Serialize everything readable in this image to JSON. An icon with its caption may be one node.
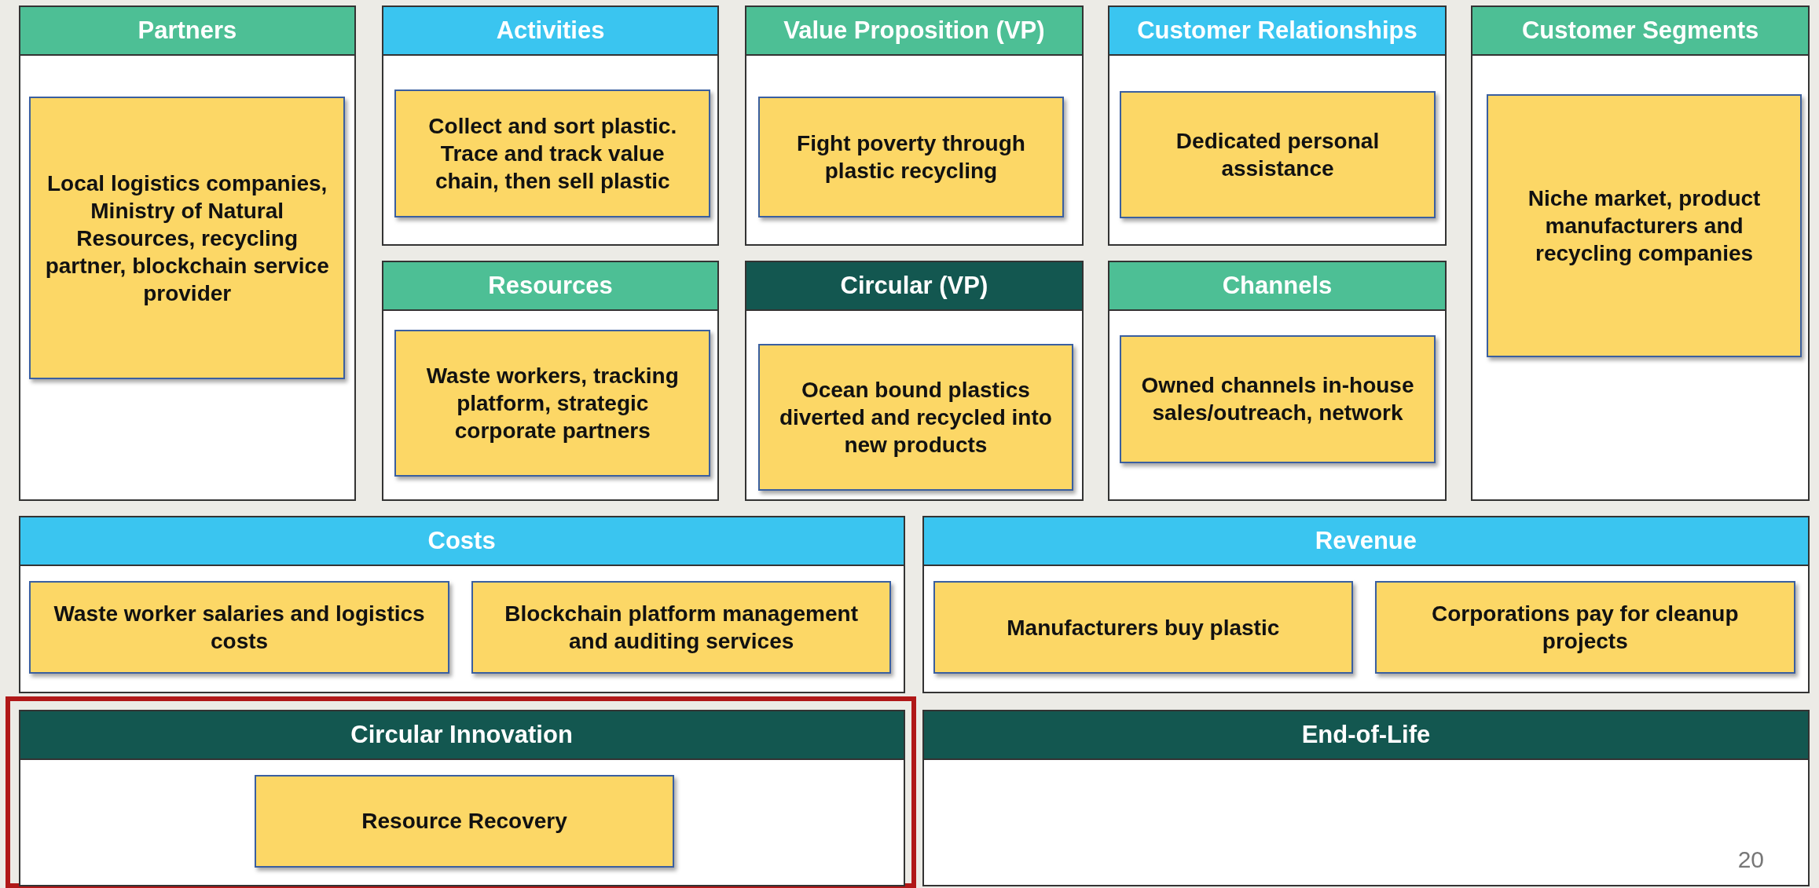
{
  "diagram": {
    "nodes": [
      {
        "text": [
          "Partners"
        ]
      },
      {
        "text": [
          "Local logistics companies, Ministry of Natural Resources, recycling partner, blockchain service provider"
        ],
        "in": 0
      },
      {
        "text": [
          "Activities"
        ]
      },
      {
        "text": [
          "Collect and sort plastic. Trace and track value chain, then sell plastic"
        ],
        "in": 2
      },
      {
        "text": [
          "Value Proposition (VP)"
        ]
      },
      {
        "text": [
          "Fight poverty through plastic recycling"
        ],
        "in": 4
      },
      {
        "text": [
          "Customer Relationships"
        ]
      },
      {
        "text": [
          "Dedicated personal assistance"
        ],
        "in": 6
      },
      {
        "text": [
          "Customer Segments"
        ]
      },
      {
        "text": [
          "Niche market, product manufacturers and recycling companies"
        ],
        "in": 8
      },
      {
        "text": [
          "Resources"
        ]
      },
      {
        "text": [
          "Waste workers, tracking platform, strategic corporate partners"
        ],
        "in": 10
      },
      {
        "text": [
          "Circular (VP)"
        ]
      },
      {
        "text": [
          "Ocean bound plastics diverted and recycled into new products"
        ],
        "in": 12
      },
      {
        "text": [
          "Channels"
        ]
      },
      {
        "text": [
          "Owned channels in-house sales/outreach, network"
        ],
        "in": 14
      },
      {
        "text": [
          "Costs"
        ]
      },
      {
        "text": [
          "Waste worker salaries and logistics costs"
        ],
        "in": 16
      },
      {
        "text": [
          "Blockchain platform management and auditing services"
        ],
        "in": 16
      },
      {
        "text": [
          "Revenue"
        ]
      },
      {
        "text": [
          "Manufacturers buy plastic"
        ],
        "in": 19
      },
      {
        "text": [
          "Corporations pay for cleanup projects"
        ],
        "in": 19
      },
      {
        "text": [
          "Circular Innovation"
        ]
      },
      {
        "text": [
          "Resource Recovery"
        ],
        "in": 22
      },
      {
        "text": [
          "End-of-Life"
        ]
      }
    ],
    "labels": [
      "20"
    ]
  }
}
